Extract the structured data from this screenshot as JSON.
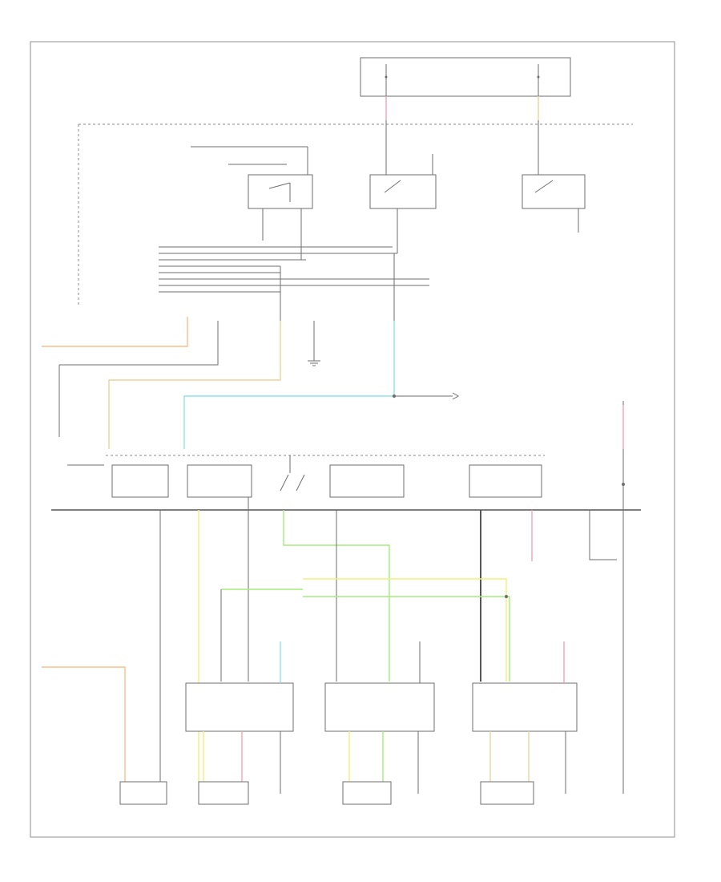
{
  "page_code": "",
  "colors": {
    "border": "#8c8c8c",
    "wire": "#6e6e6e",
    "orange": "#f5c08a",
    "tan": "#ecd29a",
    "light_blue": "#8ee0f0",
    "pink": "#f4a2b4",
    "yellow": "#f2f07a",
    "green": "#a6ec7c",
    "dark": "#555555"
  },
  "icons": [
    "ground-symbol",
    "connector-dot",
    "switch-contact",
    "motor-symbol"
  ]
}
